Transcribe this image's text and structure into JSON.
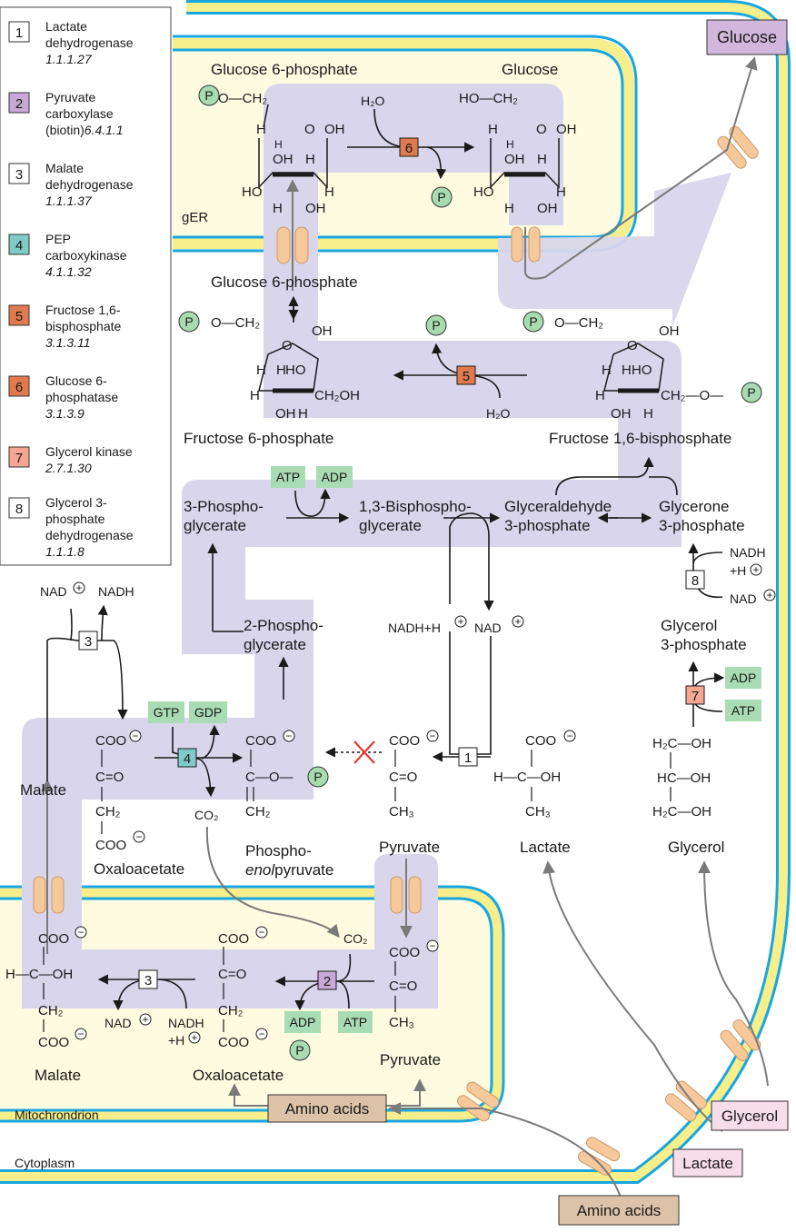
{
  "colors": {
    "membrane_blue": "#1aa7df",
    "membrane_yellow": "#f7ee8c",
    "lumen": "#fefbe0",
    "pathway": "#d9d6ec",
    "transporter": "#f7c99a",
    "enzyme_purple": "#c7a8d6",
    "enzyme_teal": "#7fcbc8",
    "enzyme_orange": "#e07a4f",
    "enzyme_salmon": "#f4a693",
    "cofactor_green": "#a9dcb4",
    "phosphate_green": "#a8dcb0",
    "metabolite_box": "#f7dce9",
    "amino_box": "#dcc3a8",
    "glucose_box": "#d2b7dc",
    "inhibit_red": "#e53a30"
  },
  "legend": [
    {
      "num": "1",
      "name_lines": [
        "Lactate",
        "dehydrogenase"
      ],
      "ec": "1.1.1.27",
      "color": "#ffffff"
    },
    {
      "num": "2",
      "name_lines": [
        "Pyruvate",
        "carboxylase",
        "(biotin)"
      ],
      "ec": "6.4.1.1",
      "color": "#c7a8d6"
    },
    {
      "num": "3",
      "name_lines": [
        "Malate",
        "dehydrogenase"
      ],
      "ec": "1.1.1.37",
      "color": "#ffffff"
    },
    {
      "num": "4",
      "name_lines": [
        "PEP",
        "carboxykinase"
      ],
      "ec": "4.1.1.32",
      "color": "#7fcbc8"
    },
    {
      "num": "5",
      "name_lines": [
        "Fructose 1,6-",
        "bisphosphate"
      ],
      "ec": "3.1.3.11",
      "color": "#e07a4f"
    },
    {
      "num": "6",
      "name_lines": [
        "Glucose 6-",
        "phosphatase"
      ],
      "ec": "3.1.3.9",
      "color": "#e07a4f"
    },
    {
      "num": "7",
      "name_lines": [
        "Glycerol kinase"
      ],
      "ec": "2.7.1.30",
      "color": "#f4a693"
    },
    {
      "num": "8",
      "name_lines": [
        "Glycerol 3-",
        "phosphate",
        "dehydrogenase"
      ],
      "ec": "1.1.1.8",
      "color": "#ffffff"
    }
  ],
  "compartments": {
    "er": "gER",
    "mito": "Mitochrondrion",
    "cyto": "Cytoplasm"
  },
  "metabolites": {
    "glc6p_er": "Glucose 6-phosphate",
    "glucose_er": "Glucose",
    "glc6p": "Glucose 6-phosphate",
    "f6p": "Fructose 6-phosphate",
    "f16bp": "Fructose 1,6-bisphosphate",
    "pg3_a": "3-Phospho-",
    "pg3_b": "glycerate",
    "bpg13_a": "1,3-Bisphospho-",
    "bpg13_b": "glycerate",
    "gap_a": "Glyceraldehyde",
    "gap_b": "3-phosphate",
    "dhap_a": "Glycerone",
    "dhap_b": "3-phosphate",
    "pg2_a": "2-Phospho-",
    "pg2_b": "glycerate",
    "g3p_a": "Glycerol",
    "g3p_b": "3-phosphate",
    "malate_cyto": "Malate",
    "oaa_cyto": "Oxaloacetate",
    "pep_a": "Phospho-",
    "pep_b_italic": "enol",
    "pep_b_rest": "pyruvate",
    "pyruvate_cyto": "Pyruvate",
    "lactate_cyto": "Lactate",
    "glycerol_cyto": "Glycerol",
    "malate_mito": "Malate",
    "oaa_mito": "Oxaloacetate",
    "pyruvate_mito": "Pyruvate"
  },
  "cofactors": {
    "h2o": "H₂O",
    "nad": "NAD",
    "nadh": "NADH",
    "nadh_h": "NADH+H",
    "nadh_l1": "NADH",
    "h_plus": "+H",
    "atp": "ATP",
    "adp": "ADP",
    "gtp": "GTP",
    "gdp": "GDP",
    "co2": "CO₂",
    "p": "P",
    "plus": "+",
    "minus": "−"
  },
  "external_boxes": {
    "glucose": "Glucose",
    "glycerol": "Glycerol",
    "lactate": "Lactate",
    "amino_acids_out": "Amino acids",
    "amino_acids_mito": "Amino acids"
  },
  "structure": {
    "oh": "OH",
    "h": "H",
    "ho": "HO",
    "o": "O",
    "ho_ch2": "HO—CH₂",
    "o_ch2": "O—CH₂",
    "ch2oh": "CH₂OH",
    "ch2": "CH₂",
    "ch2_eq": "CH₂",
    "ch2_o": "CH₂—O—",
    "coo": "COO",
    "c_eq_o": "C=O",
    "c_o": "C—O—",
    "ch3": "CH₃",
    "h_c_oh": "H—C—OH",
    "h2c_oh": "H₂C—OH",
    "hc_oh": "HC—OH",
    "c_oh": "C—OH"
  }
}
